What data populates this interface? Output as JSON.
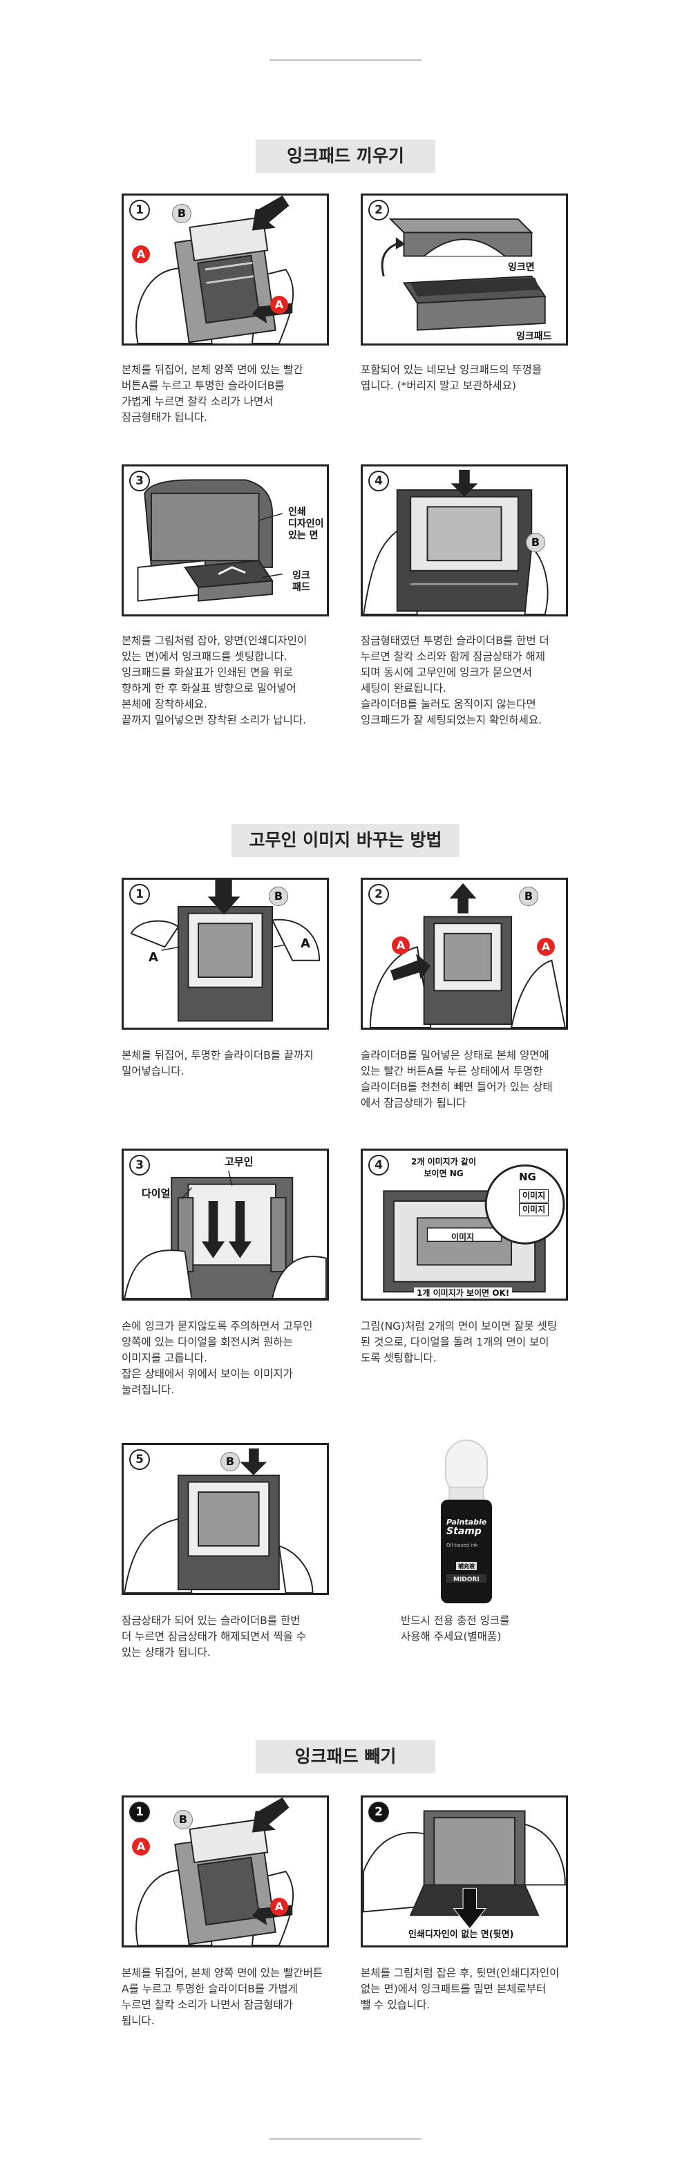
{
  "sections": [
    {
      "title": "잉크패드 끼우기"
    },
    {
      "title": "고무인 이미지 바꾸는 방법"
    },
    {
      "title": "잉크패드 빼기"
    }
  ],
  "s1": {
    "p1": {
      "step": "1",
      "b": "B",
      "a1": "A",
      "a2": "A",
      "caption": "본체를 뒤집어, 본체 양쪽 면에 있는 빨간\n버튼A를 누르고 투명한 슬라이더B를\n가볍게 누르면 찰칵 소리가 나면서\n잠금형태가 됩니다."
    },
    "p2": {
      "step": "2",
      "ink_face": "잉크면",
      "ink_pad": "잉크패드",
      "caption": "포함되어 있는 네모난 잉크패드의 뚜껑을\n엽니다. (*버리지 말고 보관하세요)"
    },
    "p3": {
      "step": "3",
      "print_face": "인쇄\n디자인이\n있는 면",
      "ink_pad": "잉크\n패드",
      "caption": "본체를 그림처럼 잡아, 양면(인쇄디자인이\n있는 면)에서 잉크패드를 셋팅합니다.\n잉크패드를 화살표가 인쇄된 면을 위로\n향하게 한 후 화살표 방향으로 밀어넣어\n본체에 장착하세요.\n끝까지 밀어넣으면 장착된 소리가 납니다."
    },
    "p4": {
      "step": "4",
      "b": "B",
      "caption": "잠금형태였던 투명한 슬라이더B를 한번 더\n누르면 찰칵 소리와 함께 잠금상태가 해제\n되며 동시에 고무인에 잉크가 묻으면서\n세팅이 완료됩니다.\n슬라이더B를 눌러도 움직이지 않는다면\n잉크패드가 잘 세팅되었는지 확인하세요."
    }
  },
  "s2": {
    "p1": {
      "step": "1",
      "b": "B",
      "a1": "A",
      "a2": "A",
      "caption": "본체를 뒤집어, 투명한 슬라이더B를 끝까지\n밀어넣습니다."
    },
    "p2": {
      "step": "2",
      "b": "B",
      "a1": "A",
      "a2": "A",
      "caption": "슬라이더B를 밀어넣은 상태로 본체 양면에\n있는 빨간 버튼A를 누른 상태에서 투명한\n슬라이더B를 천천히 빼면 들어가 있는 상태\n에서 잠금상태가 됩니다"
    },
    "p3": {
      "step": "3",
      "rubber": "고무인",
      "dial": "다이얼",
      "caption": "손에 잉크가 묻지않도록 주의하면서 고무인\n양쪽에 있는 다이얼을 회전시켜 원하는\n이미지를 고릅니다.\n잡은 상태에서 위에서 보이는 이미지가\n눌려집니다."
    },
    "p4": {
      "step": "4",
      "ng_note": "2개 이미지가 같이\n보이면 NG",
      "ng": "NG",
      "img1": "이미지",
      "img2": "이미지",
      "img3": "이미지",
      "ok_note": "1개 이미지가 보이면 OK!",
      "caption": "그림(NG)처럼 2개의 면이 보이면 잘못 셋팅\n된 것으로, 다이얼을 돌려 1개의 면이 보이\n도록 셋팅합니다."
    },
    "p5": {
      "step": "5",
      "b": "B",
      "caption": "잠금상태가 되어 있는 슬라이더B를 한번\n더 누르면 잠금상태가 해제되면서 찍을 수\n있는 상태가 됩니다."
    },
    "ink": {
      "brand1": "Paintable",
      "brand2": "Stamp",
      "sub": "Oil-based ink",
      "badge": "補充液",
      "maker": "MIDORI",
      "caption": "반드시 전용 충전 잉크를\n사용해 주세요(별매품)"
    }
  },
  "s3": {
    "p1": {
      "step": "1",
      "b": "B",
      "a1": "A",
      "a2": "A",
      "caption": "본체를 뒤집어, 본체 양쪽 면에 있는 빨간버튼\nA를 누르고 투명한 슬라이더B를 가볍게\n누르면 찰칵 소리가 나면서 잠금형태가\n됩니다."
    },
    "p2": {
      "step": "2",
      "note": "인쇄디자인이 없는 면(뒷면)",
      "caption": "본체를 그림처럼 잡은 후, 뒷면(인쇄디자인이\n없는 면)에서 잉크패트를 밀면 본체로부터\n뺄 수 있습니다."
    }
  }
}
